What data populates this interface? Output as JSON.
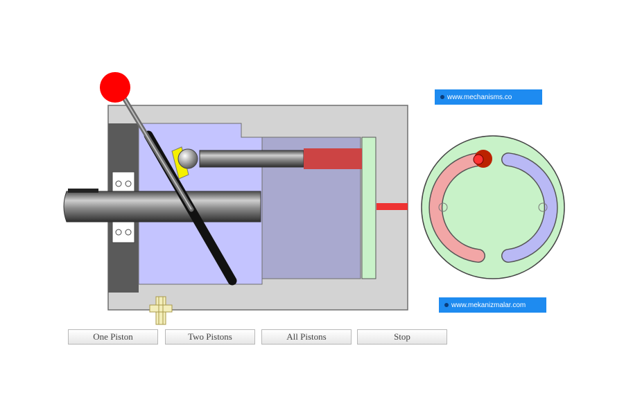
{
  "badges": {
    "top": "www.mechanisms.co",
    "bottom": "www.mekanizmalar.com"
  },
  "controls": {
    "one_piston": "One Piston",
    "two_pistons": "Two Pistons",
    "all_pistons": "All Pistons",
    "stop": "Stop"
  },
  "colors": {
    "housing": "#d3d3d3",
    "chamber": "#c4c4ff",
    "cylinder_block": "#a9a9cf",
    "handle_knob": "#ff0000",
    "port_red": "#cc4444",
    "valve_plate": "#c9f2c9",
    "kidney_inlet": "#f2a6a6",
    "kidney_outlet": "#b9b9f5",
    "link_badge": "#1e8bf0"
  }
}
